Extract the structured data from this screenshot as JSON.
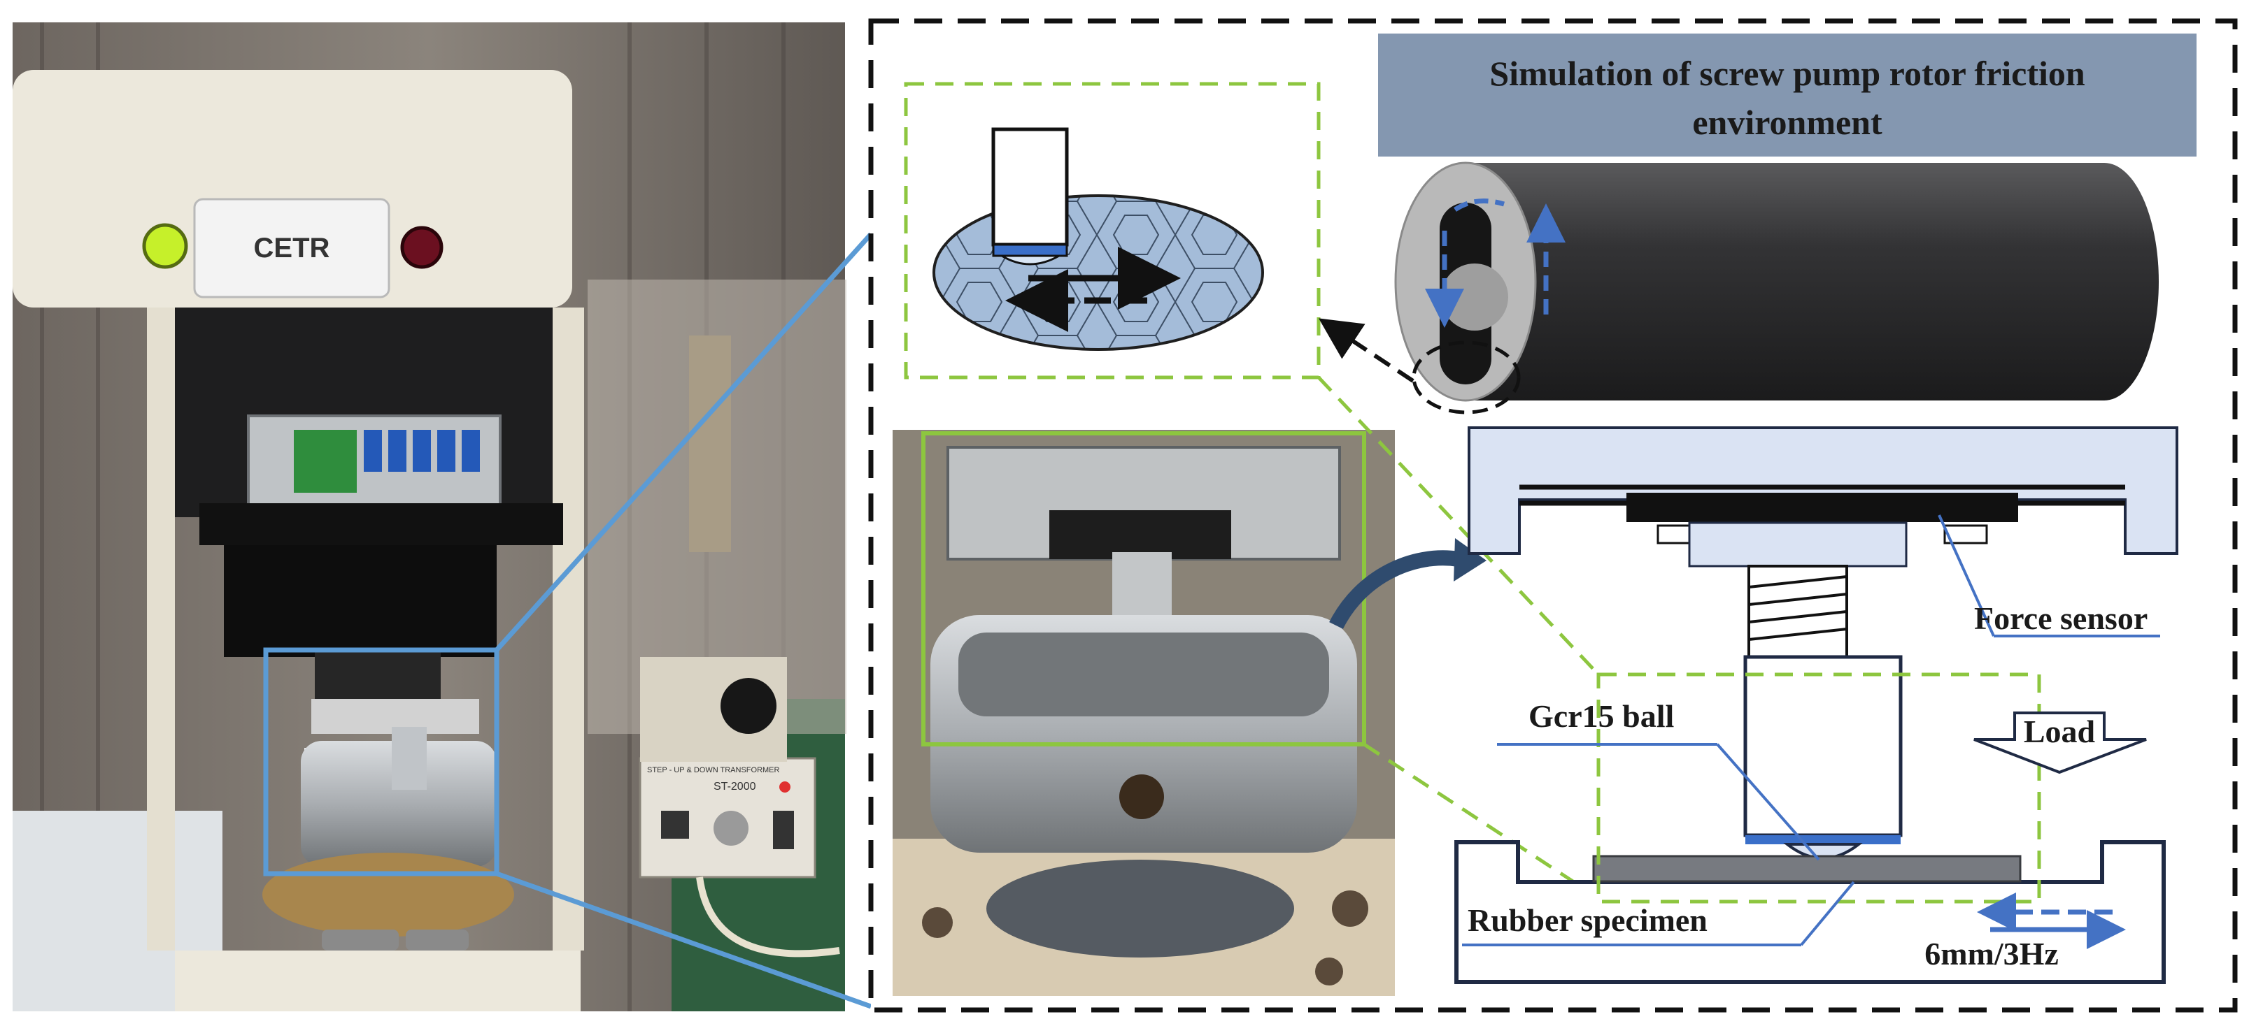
{
  "machine": {
    "brand_text": "CETR",
    "transformer_model": "ST-2000",
    "transformer_caption": "STEP - UP & DOWN TRANSFORMER"
  },
  "title_box": {
    "line1": "Simulation of screw pump rotor friction",
    "line2": "environment"
  },
  "labels": {
    "force_sensor": "Force sensor",
    "ball": "Gcr15 ball",
    "load": "Load",
    "specimen": "Rubber specimen",
    "motion": "6mm/3Hz"
  },
  "colors": {
    "callout_blue": "#5b9bd5",
    "dashed_green": "#8dc63f",
    "title_fill": "#8497b0",
    "specimen_fill": "#dae3f3",
    "arrow_blue": "#4472c4",
    "curved_arrow": "#2f4b6e",
    "rod": "#3a3a3c",
    "frame_dark": "#1f2a44"
  }
}
